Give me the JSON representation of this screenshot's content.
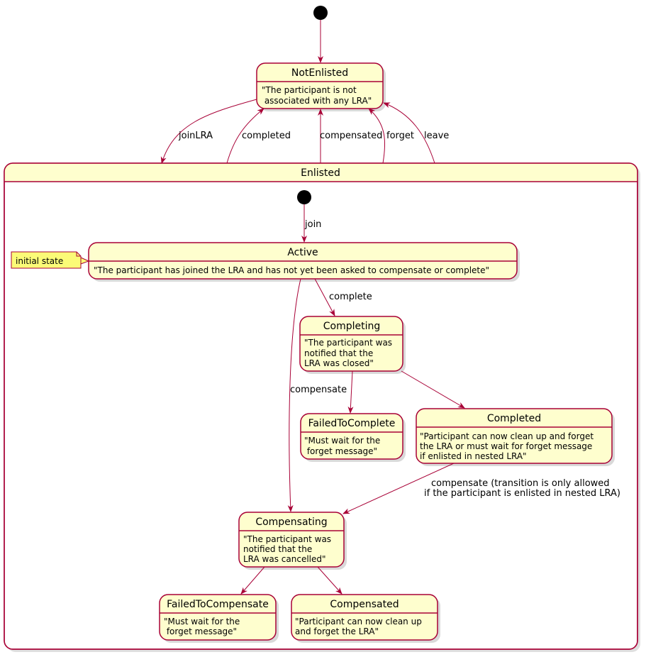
{
  "states": {
    "not_enlisted": {
      "title": "NotEnlisted",
      "desc": [
        "\"The participant is not",
        " associated with any LRA\""
      ]
    },
    "enlisted": {
      "title": "Enlisted"
    },
    "active": {
      "title": "Active",
      "desc": [
        "\"The participant has joined the LRA and has not yet been asked to compensate or complete\""
      ]
    },
    "completing": {
      "title": "Completing",
      "desc": [
        "\"The participant was",
        "notified that the",
        "LRA was closed\""
      ]
    },
    "failed_to_complete": {
      "title": "FailedToComplete",
      "desc": [
        "\"Must wait for the",
        " forget message\""
      ]
    },
    "completed": {
      "title": "Completed",
      "desc": [
        "\"Participant can now clean up and forget",
        "the LRA or must wait for forget message",
        "if enlisted in nested LRA\""
      ]
    },
    "compensating": {
      "title": "Compensating",
      "desc": [
        "\"The participant was",
        "notified that the",
        "LRA was cancelled\""
      ]
    },
    "failed_to_compensate": {
      "title": "FailedToCompensate",
      "desc": [
        "\"Must wait for the",
        " forget message\""
      ]
    },
    "compensated": {
      "title": "Compensated",
      "desc": [
        "\"Participant can now clean up",
        "and forget the LRA\""
      ]
    }
  },
  "edges": {
    "joinLRA": "joinLRA",
    "completed": "completed",
    "compensated": "compensated",
    "forget": "forget",
    "leave": "leave",
    "join": "join",
    "complete": "complete",
    "compensate": "compensate",
    "compensate_nested": [
      "compensate (transition is only allowed",
      "if the participant is enlisted in nested LRA)"
    ]
  },
  "note": {
    "text": "initial state"
  },
  "colors": {
    "state_fill": "#FEFECE",
    "border": "#A80036",
    "note_fill": "#FBFB77",
    "shadow": "#c0c0c0"
  }
}
